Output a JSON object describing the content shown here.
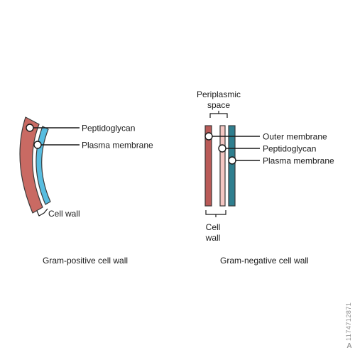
{
  "colors": {
    "peptidoglycan_dark": "#c96a63",
    "peptidoglycan_light": "#f4c6c2",
    "plasma_light_blue": "#58bde0",
    "outer_membrane": "#b95a57",
    "plasma_teal": "#2f7f8f",
    "outline": "#3a3a3a"
  },
  "gram_positive": {
    "label_peptidoglycan": "Peptidoglycan",
    "label_plasma_membrane": "Plasma membrane",
    "label_cell_wall": "Cell wall",
    "caption": "Gram-positive cell wall"
  },
  "gram_negative": {
    "label_periplasmic_line1": "Periplasmic",
    "label_periplasmic_line2": "space",
    "label_outer_membrane": "Outer membrane",
    "label_peptidoglycan": "Peptidoglycan",
    "label_plasma_membrane": "Plasma membrane",
    "label_cell_wall_line1": "Cell",
    "label_cell_wall_line2": "wall",
    "caption": "Gram-negative cell wall"
  },
  "stock": {
    "image_id": "1174712871",
    "logo": "A"
  }
}
